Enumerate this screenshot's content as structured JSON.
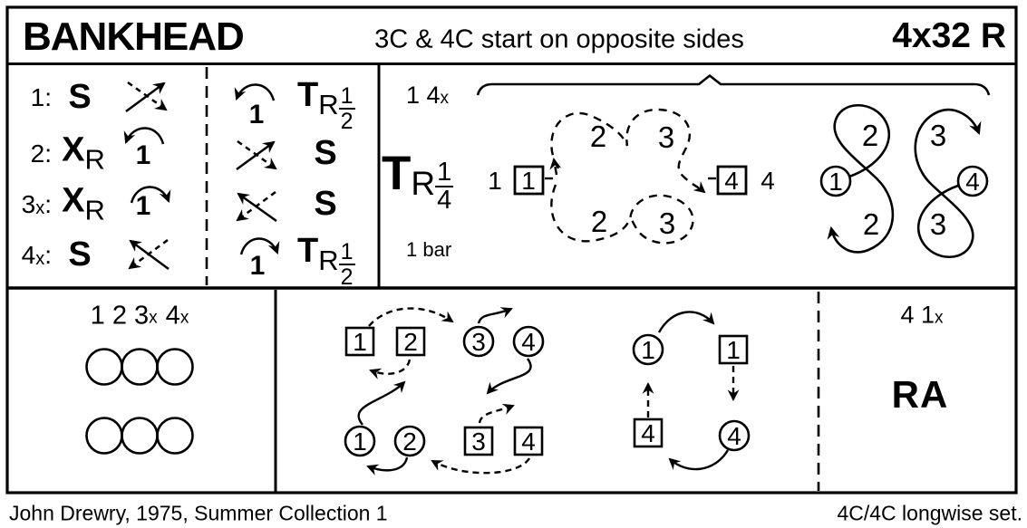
{
  "header": {
    "title": "BANKHEAD",
    "subtitle": "3C & 4C start on opposite sides",
    "repeat": "4x32 R"
  },
  "notation": {
    "rows": [
      {
        "num": "1",
        "x": "",
        "colon": ":",
        "sym": "S",
        "turn": "",
        "right_sym": "T",
        "right_sub": "R",
        "right_num": "1",
        "right_den": "2",
        "right_turn": "1"
      },
      {
        "num": "2",
        "x": "",
        "colon": ":",
        "sym": "X",
        "sym_sub": "R",
        "turn": "1",
        "right_sym": "S"
      },
      {
        "num": "3",
        "x": "x",
        "colon": ":",
        "sym": "X",
        "sym_sub": "R",
        "turn": "1",
        "right_sym": "S"
      },
      {
        "num": "4",
        "x": "x",
        "colon": ":",
        "sym": "S",
        "turn": "",
        "right_sym": "T",
        "right_sub": "R",
        "right_num": "1",
        "right_den": "2",
        "right_turn": "1"
      }
    ],
    "icons": [
      "cross-arrows-right",
      "turn-ccw",
      "turn-cw",
      "cross-arrows-left"
    ]
  },
  "reel": {
    "couples": "1 4",
    "couples_x": "x",
    "turn_sym": "T",
    "turn_sub": "R",
    "turn_num": "1",
    "turn_den": "4",
    "duration": "1 bar",
    "left_label": "1",
    "left_box": "1",
    "right_box": "4",
    "right_label": "4",
    "loop_top_left": "2",
    "loop_top_right": "3",
    "loop_bottom_left": "2",
    "loop_bottom_right": "3",
    "fig8_left_dancer": "1",
    "fig8_right_dancer": "4",
    "fig8_left_top": "2",
    "fig8_right_top": "3",
    "fig8_left_bottom": "2",
    "fig8_right_bottom": "3"
  },
  "start": {
    "p1": "1 2 3",
    "x1": "x",
    "p2": "4",
    "x2": "x"
  },
  "prog1": {
    "top": [
      {
        "shape": "box",
        "label": "1"
      },
      {
        "shape": "box",
        "label": "2"
      },
      {
        "shape": "circle",
        "label": "3"
      },
      {
        "shape": "circle",
        "label": "4"
      }
    ],
    "bottom": [
      {
        "shape": "circle",
        "label": "1"
      },
      {
        "shape": "circle",
        "label": "2"
      },
      {
        "shape": "box",
        "label": "3"
      },
      {
        "shape": "box",
        "label": "4"
      }
    ]
  },
  "prog2": {
    "top_left": "1",
    "top_right": "1",
    "bottom_left": "4",
    "bottom_right": "4"
  },
  "end": {
    "couples": "4 1",
    "couples_x": "x",
    "symbol": "RA"
  },
  "footer": {
    "credit": "John Drewry, 1975, Summer Collection 1",
    "set_type": "4C/4C longwise set."
  },
  "colors": {
    "ink": "#000000",
    "paper": "#ffffff"
  }
}
